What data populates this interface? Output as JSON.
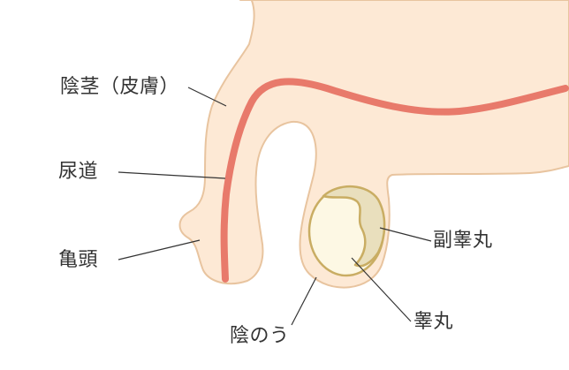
{
  "colors": {
    "skin_fill": "#fde9d5",
    "skin_stroke": "#e8c49f",
    "urethra": "#e87a6b",
    "testis_fill": "#fdf8e4",
    "testis_stroke": "#c9ad63",
    "epididymis_fill": "#e9dfbd",
    "leader_line": "#333333",
    "text": "#333333"
  },
  "labels": {
    "shaft": "陰茎（皮膚）",
    "urethra": "尿道",
    "glans": "亀頭",
    "epididymis": "副睾丸",
    "testis": "睾丸",
    "scrotum": "陰のう"
  }
}
